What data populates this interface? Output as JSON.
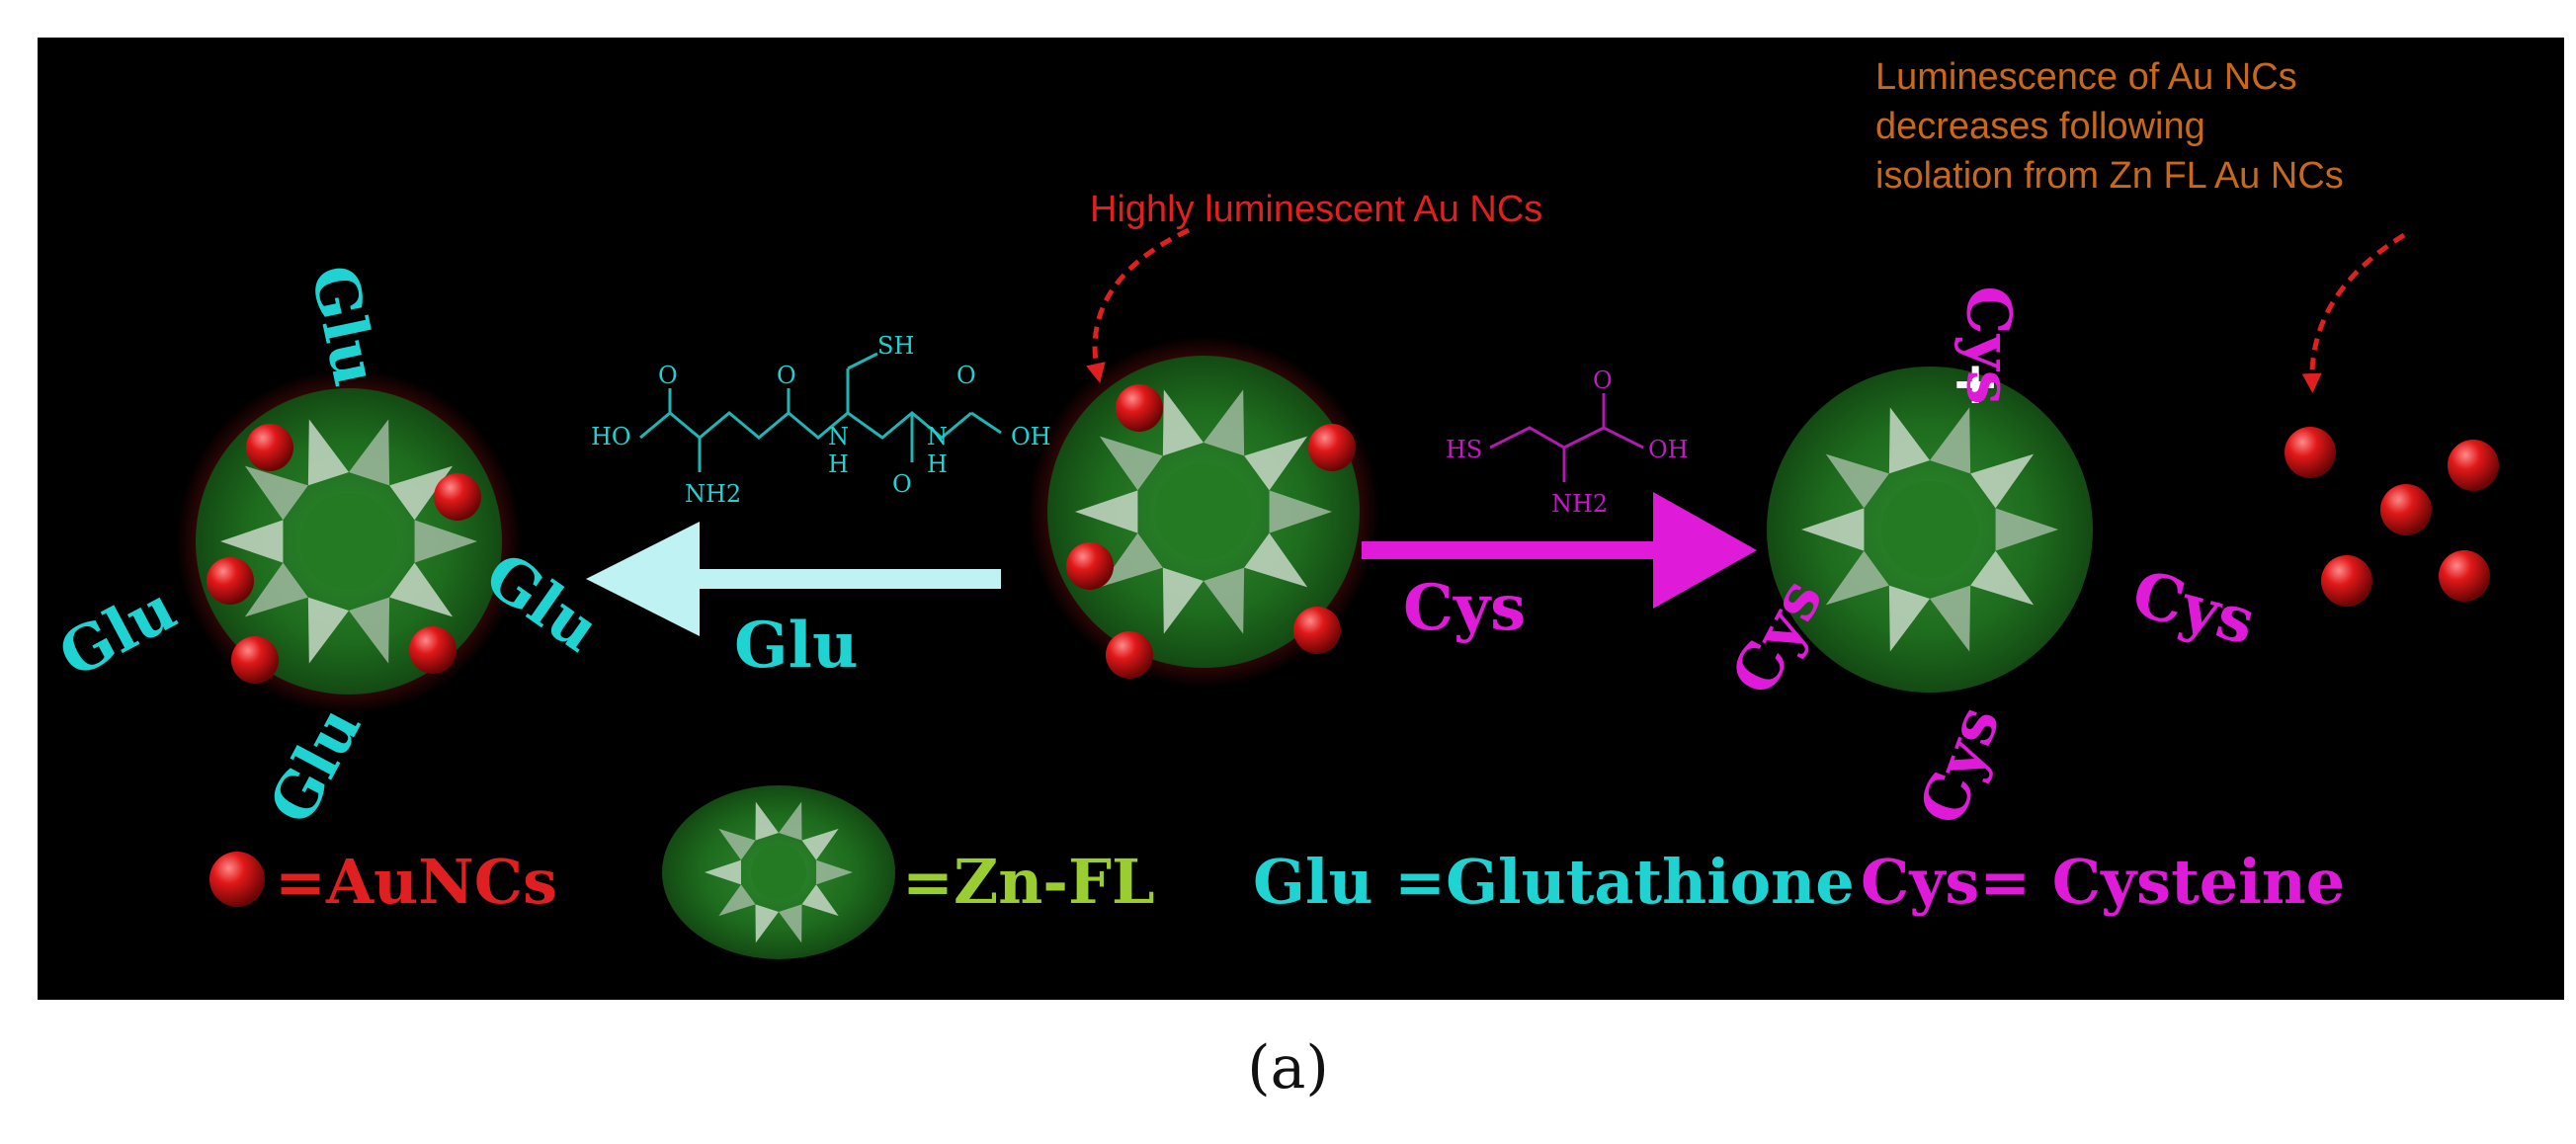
{
  "annotations": {
    "highly_luminescent": "Highly luminescent Au NCs",
    "decrease_line1": "Luminescence of Au NCs",
    "decrease_line2": "decreases following",
    "decrease_line3": "isolation from Zn FL Au NCs"
  },
  "labels": {
    "glu": "Glu",
    "cys": "Cys",
    "plus": "+"
  },
  "molecules": {
    "glutathione": {
      "atoms": [
        "O",
        "SH",
        "O",
        "HO",
        "N",
        "N",
        "OH",
        "H",
        "H",
        "NH2",
        "O",
        "O"
      ]
    },
    "cysteine": {
      "atoms": [
        "O",
        "HS",
        "OH",
        "NH2"
      ]
    }
  },
  "legend": {
    "aunc": "=AuNCs",
    "znfl": "=Zn-FL",
    "glu_def": "Glu =Glutathione",
    "cys_def": "Cys= Cysteine"
  },
  "caption": "(a)",
  "colors": {
    "background": "#000000",
    "gold_nc": "#d01515",
    "zn_fl": "#1e6b1e",
    "glu": "#1fd3d3",
    "cys": "#e01ad9",
    "annotation_red": "#e02020",
    "annotation_orange": "#c8681a",
    "znfl_label": "#9acd32"
  }
}
